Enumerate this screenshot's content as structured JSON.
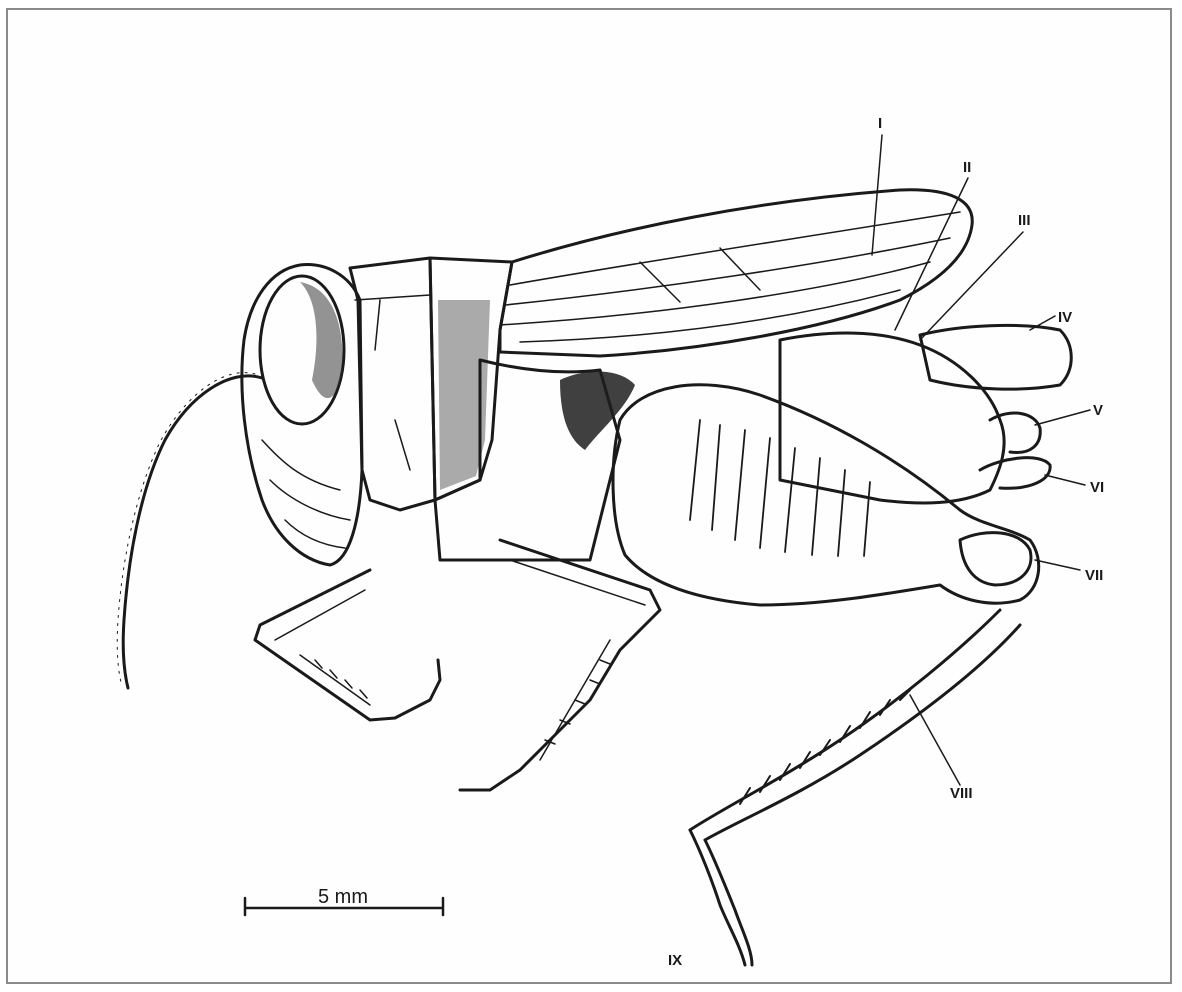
{
  "figure": {
    "labels": [
      "I",
      "II",
      "III",
      "IV",
      "V",
      "VI",
      "VII",
      "VIII",
      "IX"
    ],
    "scale_bar": "5 mm"
  }
}
